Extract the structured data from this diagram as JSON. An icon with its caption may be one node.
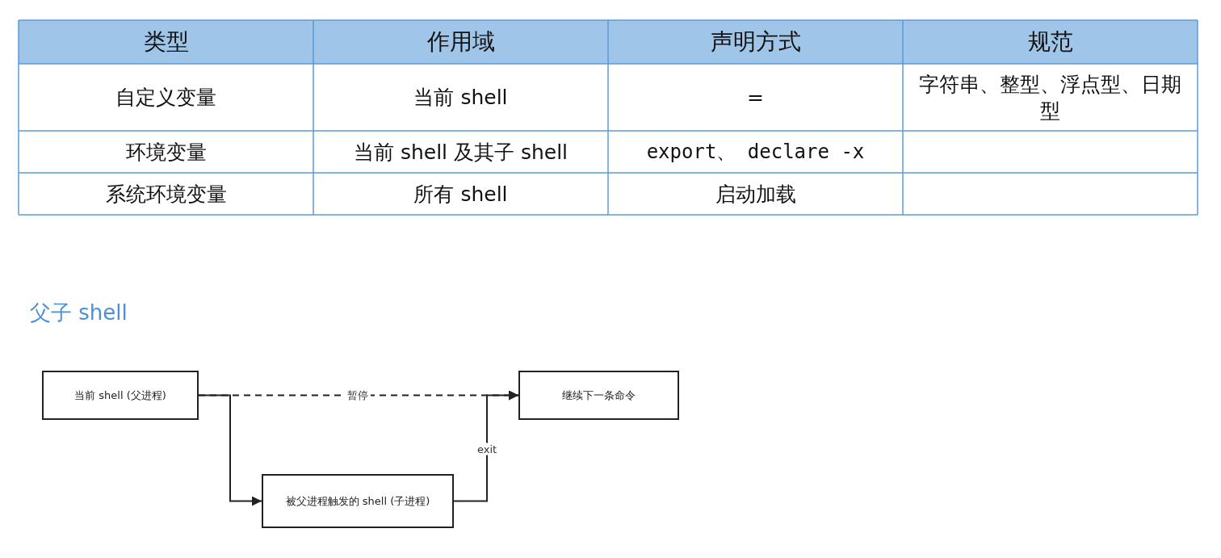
{
  "diagram": {
    "title": "父子 shell",
    "nodes": [
      {
        "text": [
          "当前 shell (父进程)"
        ]
      },
      {
        "text": [
          "继续下一条命令"
        ]
      },
      {
        "text": [
          "被父进程触发的 shell (子进程)"
        ]
      }
    ],
    "edges": [
      {
        "from": 0,
        "to": 1,
        "arrow": "to",
        "style": "dashed",
        "label": "暂停"
      },
      {
        "from": 0,
        "to": 2,
        "arrow": "to"
      },
      {
        "from": 2,
        "to": 1,
        "arrow": "to",
        "label": "exit"
      }
    ],
    "labels": [
      "类型",
      "作用域",
      "声明方式",
      "规范",
      "自定义变量",
      "当前 shell",
      "=",
      "字符串、整型、浮点型、日期型",
      "环境变量",
      "当前 shell 及其子 shell",
      "export、 declare -x",
      "系统环境变量",
      "所有 shell",
      "启动加载"
    ]
  }
}
